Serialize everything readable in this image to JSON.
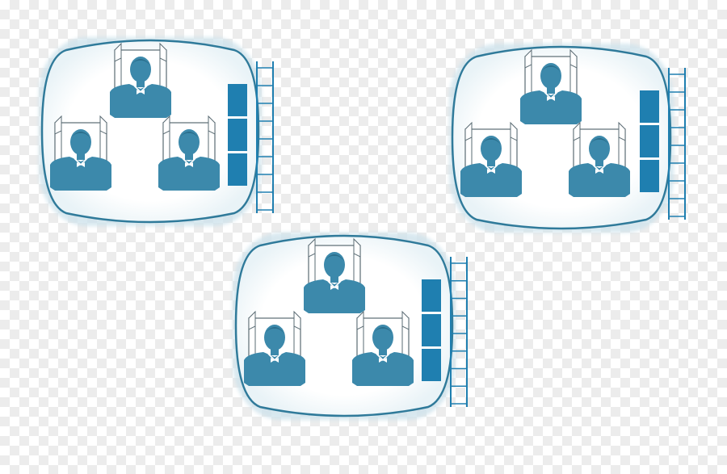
{
  "diagram": {
    "accent_color": "#3c89ab",
    "bar_color": "#1f7fb0",
    "outline_color": "#2f7a9a",
    "groups": [
      {
        "name": "group-top-left",
        "people": [
          "person",
          "person",
          "person"
        ],
        "stacked_blocks": 3,
        "ladder_rungs": 9
      },
      {
        "name": "group-top-right",
        "people": [
          "person",
          "person",
          "person"
        ],
        "stacked_blocks": 3,
        "ladder_rungs": 9
      },
      {
        "name": "group-bottom-center",
        "people": [
          "person",
          "person",
          "person"
        ],
        "stacked_blocks": 3,
        "ladder_rungs": 9
      }
    ]
  }
}
